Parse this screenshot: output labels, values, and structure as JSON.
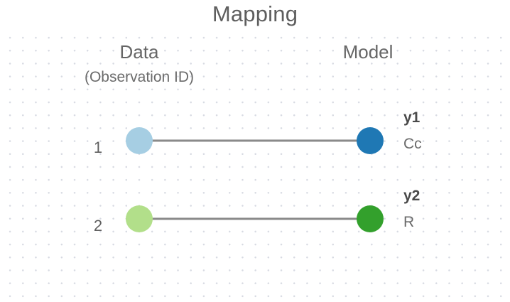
{
  "title": "Mapping",
  "columns": {
    "data": {
      "label": "Data",
      "sublabel": "(Observation ID)"
    },
    "model": {
      "label": "Model"
    }
  },
  "colors": {
    "title_text": "#5e5e5e",
    "header_text": "#666666",
    "grid_dot": "#d7dae2",
    "link_line": "#8a8a8a",
    "background": "#ffffff"
  },
  "rows": [
    {
      "observation_id": "1",
      "source_color": "#a6cee3",
      "target_color": "#1f78b4",
      "model_variable": "y1",
      "model_parameter": "Cc"
    },
    {
      "observation_id": "2",
      "source_color": "#b2df8a",
      "target_color": "#33a02c",
      "model_variable": "y2",
      "model_parameter": "R"
    }
  ]
}
